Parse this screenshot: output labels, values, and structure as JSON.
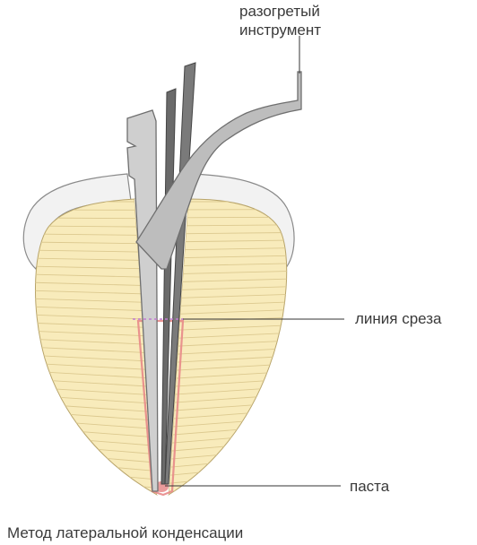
{
  "labels": {
    "heated_tool_line1": "разогретый",
    "heated_tool_line2": "инструмент",
    "cut_line": "линия среза",
    "paste": "паста"
  },
  "caption": "Метод латеральной конденсации",
  "colors": {
    "enamel": "#f2f2f2",
    "enamel_stroke": "#8a8a8a",
    "dentin": "#f8ebbb",
    "dentin_lines": "#dcc98f",
    "tool": "#bdbdbd",
    "tool_stroke": "#6f6f6f",
    "points": "#555555",
    "paste": "#e88a8a",
    "cut_line": "#c07ad0",
    "leader": "#333333"
  }
}
